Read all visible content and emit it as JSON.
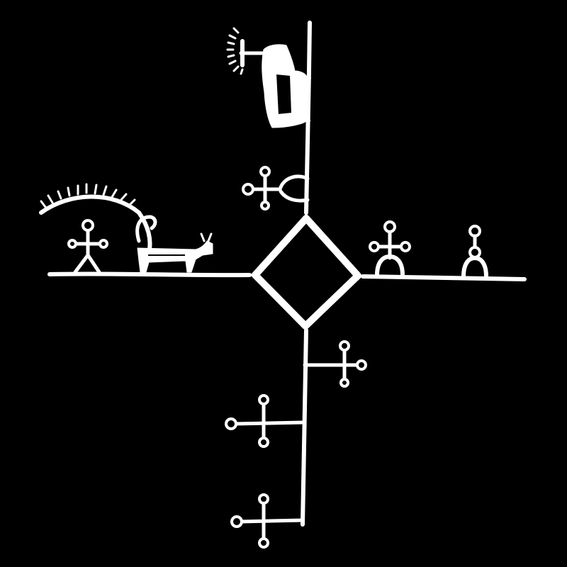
{
  "image": {
    "background_color": "#000000",
    "ink_color": "#ffffff",
    "style": "petroglyph-silhouette"
  },
  "figures": [
    {
      "name": "central-diamond"
    },
    {
      "name": "drum-hammer-and-sun",
      "part_of": "top-arm"
    },
    {
      "name": "cross-figure-top-arm"
    },
    {
      "name": "sun-arc-with-rays",
      "part_of": "left-arm"
    },
    {
      "name": "stick-human-left-arm"
    },
    {
      "name": "reindeer-animal",
      "part_of": "left-arm"
    },
    {
      "name": "cross-figure-arch-right-arm"
    },
    {
      "name": "ring-figure-arch-right-arm"
    },
    {
      "name": "cross-figure-bottom-arm-1"
    },
    {
      "name": "cross-figure-bottom-arm-2"
    },
    {
      "name": "cross-figure-bottom-arm-3"
    }
  ]
}
